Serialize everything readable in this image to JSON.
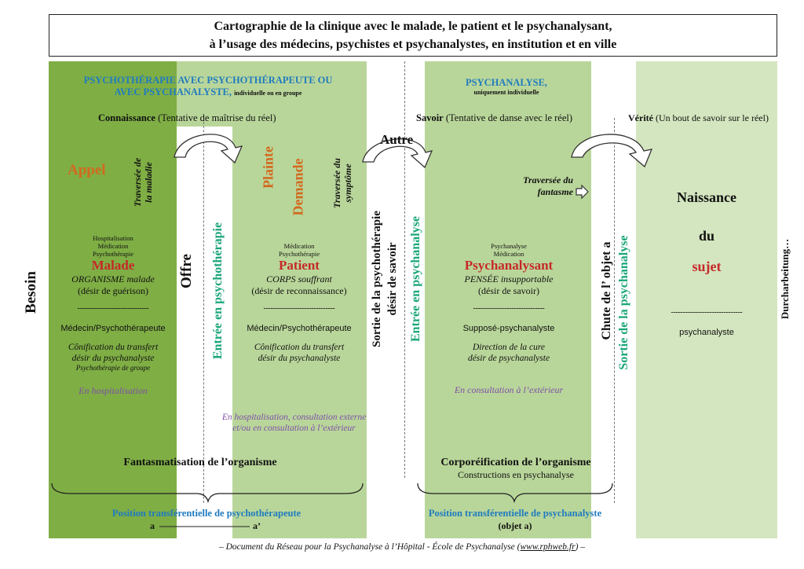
{
  "title": {
    "line1": "Cartographie de la clinique avec le malade, le patient et le psychanalysant,",
    "line2": "à l’usage des médecins, psychistes et psychanalystes, en institution et en ville"
  },
  "colors": {
    "dark_green": "#7fae45",
    "light_green": "#b9d69a",
    "pale_green": "#d4e6bf",
    "blue": "#1f7bbf",
    "teal": "#1aa57a",
    "orange": "#d2691e",
    "red": "#c62828",
    "purple": "#7e4fa8"
  },
  "headers": {
    "psychotherapie_line1": "PSYCHOTHÉRAPIE AVEC PSYCHOTHÉRAPEUTE OU",
    "psychotherapie_line2": "AVEC PSYCHANALYSTE,",
    "psychotherapie_small": "individuelle ou en groupe",
    "psychanalyse": "PSYCHANALYSE,",
    "psychanalyse_small": "uniquement individuelle",
    "connaissance_bold": "Connaissance",
    "connaissance_rest": "(Tentative de maîtrise du réel)",
    "savoir_bold": "Savoir",
    "savoir_rest": "(Tentative de danse avec le réel)",
    "verite_bold": "Vérité",
    "verite_rest": "(Un bout de savoir sur le  réel)"
  },
  "vertical": {
    "besoin": "Besoin",
    "offre": "Offre",
    "entree_psychotherapie": "Entrée en psychothérapie",
    "sortie_psychotherapie_1": "Sortie de la psychothérapie",
    "sortie_psychotherapie_2": "désir de savoir",
    "entree_psychanalyse": "Entrée en psychanalyse",
    "chute_objet": "Chute de l’  objet a",
    "sortie_psychanalyse": "Sortie de la psychanalyse",
    "durcharbeitung": "Durcharbeitung…",
    "traversee_maladie_1": "Traversée de",
    "traversee_maladie_2": "la maladie",
    "traversee_symptome_1": "Traversée du",
    "traversee_symptome_2": "symptôme",
    "plainte": "Plainte",
    "demande": "Demande"
  },
  "col1": {
    "appel": "Appel",
    "small1": "Hospitalisation",
    "small2": "Médication",
    "small3": "Psychothérapie",
    "name": "Malade",
    "sub": "ORGANISME malade",
    "desir": "(désir de guérison)",
    "dashes": "------------------------------",
    "role": "Médecin/Psychothérapeute",
    "transfert1": "Cônification du transfert",
    "transfert2": "désir du psychanalyste",
    "transfert3": "Psychothérapie de groupe",
    "lieu": "En hospitalisation"
  },
  "col2": {
    "small1": "Médication",
    "small2": "Psychothérapie",
    "name": "Patient",
    "sub": "CORPS souffrant",
    "desir": "(désir de reconnaissance)",
    "dashes": "------------------------------",
    "role": "Médecin/Psychothérapeute",
    "transfert1": "Cônification du transfert",
    "transfert2": "désir du psychanalyste",
    "lieu1": "En hospitalisation, consultation externe",
    "lieu2": "et/ou en consultation à l’extérieur"
  },
  "col3": {
    "traversee1": "Traversée du",
    "traversee2": "fantasme",
    "small1": "Psychanalyse",
    "small2": "Médication",
    "name": "Psychanalysant",
    "sub": "PENSÉE insupportable",
    "desir": "(désir de savoir)",
    "dashes": "------------------------------",
    "role": "Supposé-psychanalyste",
    "cure1": "Direction de la cure",
    "cure2": "désir de psychanalyste",
    "lieu": "En consultation à l’extérieur"
  },
  "col4": {
    "naissance": "Naissance",
    "du": "du",
    "sujet": "sujet",
    "dashes": "------------------------------",
    "role": "psychanalyste"
  },
  "autre": "Autre",
  "bottom": {
    "fantasmatisation": "Fantasmatisation de l’organisme",
    "corporeification": "Corporéification de l’organisme",
    "constructions": "Constructions en psychanalyse",
    "position1": "Position transférentielle de psychothérapeute",
    "a_left": "a",
    "a_right": "a’",
    "position2": "Position transférentielle de psychanalyste",
    "objet_a": "(objet a)"
  },
  "footer": {
    "text": "– Document du Réseau pour la Psychanalyse à l’Hôpital - École de Psychanalyse (",
    "link": "www.rphweb.fr",
    "end": ") –"
  }
}
